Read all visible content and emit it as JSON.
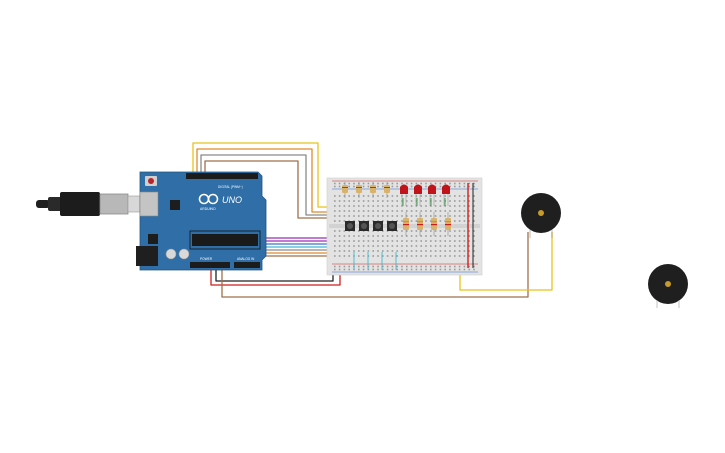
{
  "board": {
    "brand": "ARDUINO",
    "model": "UNO",
    "digital_label": "DIGITAL (PWM~)",
    "power_label": "POWER",
    "analog_label": "ANALOG IN"
  },
  "colors": {
    "background": "#ffffff",
    "board": "#2f6ea6",
    "board_dark": "#255b8b",
    "breadboard": "#e3e3e3",
    "rail_red": "#cc2222",
    "rail_blue": "#3366cc",
    "led": "#c0141a",
    "buzzer": "#1f1f1f",
    "buzzer_center": "#c89a2a",
    "wire_yellow": "#e8c21a",
    "wire_orange": "#e08a2a",
    "wire_brown": "#a0704a",
    "wire_gray": "#8a8a8a",
    "wire_purple": "#9b2fb3",
    "wire_blue": "#3e6fd1",
    "wire_cyan": "#3fb8cf",
    "wire_red": "#d11f1f",
    "wire_black": "#222222",
    "wire_green": "#2f9a3a"
  },
  "components": {
    "led_count": 4,
    "resistor_count": 8,
    "pushbutton_count": 4,
    "buzzer_count": 2
  },
  "icons": {
    "usb_plug": "usb-plug-icon",
    "arduino_logo": "infinity-logo-icon"
  }
}
